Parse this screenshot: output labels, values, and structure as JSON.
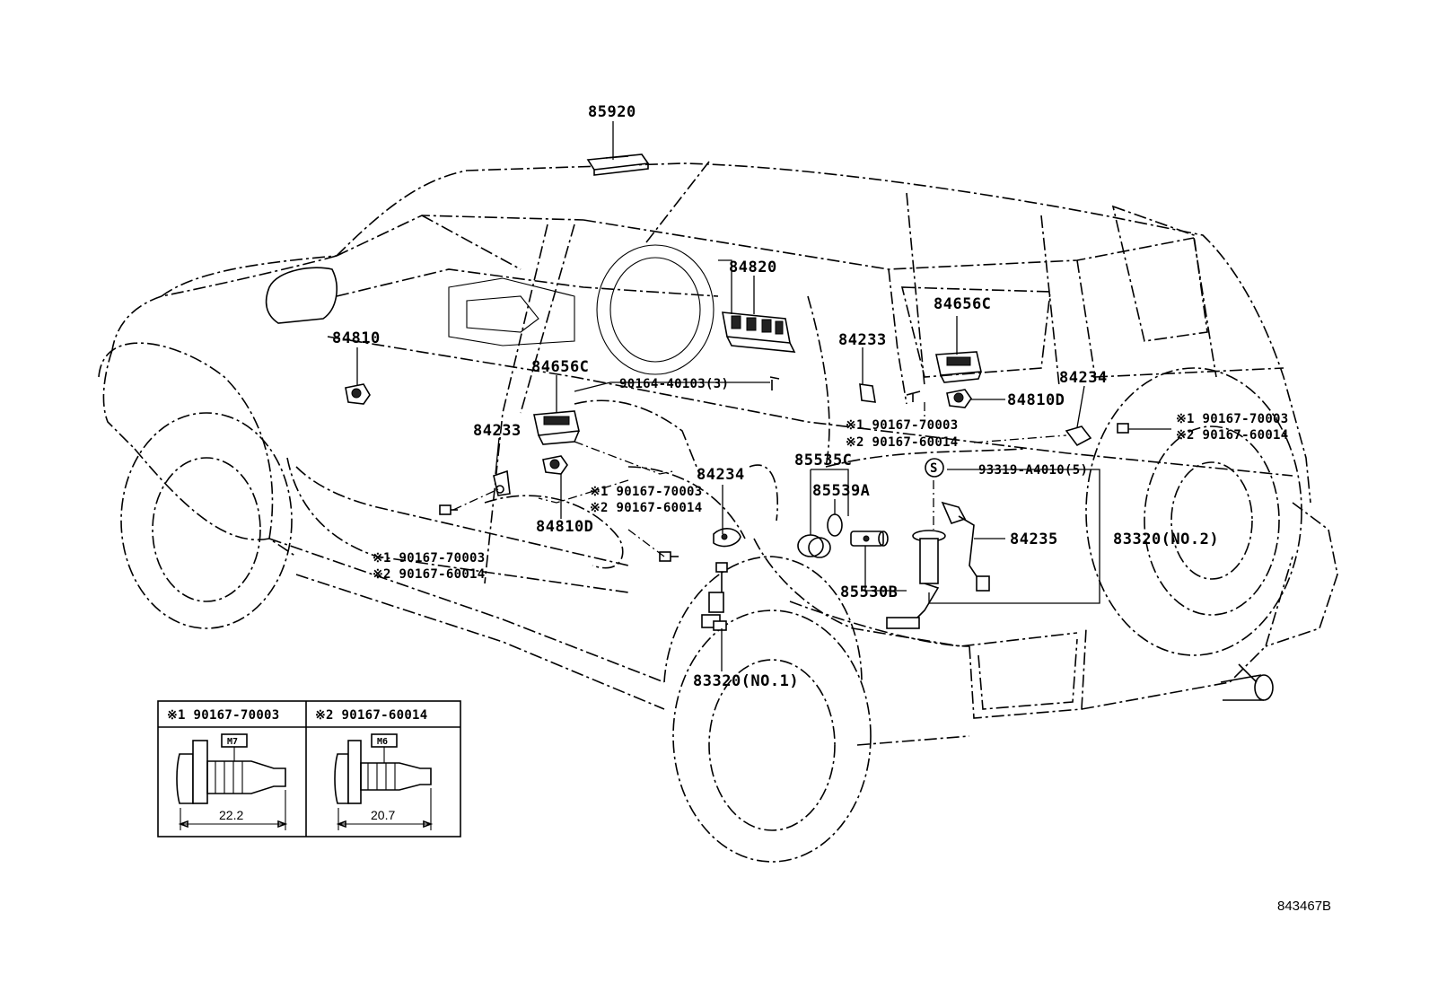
{
  "labels": {
    "p85920": "85920",
    "p84820": "84820",
    "p84656c_left": "84656C",
    "p84656c_right": "84656C",
    "p84810": "84810",
    "p84233_left": "84233",
    "p84233_right": "84233",
    "p84234_right": "84234",
    "p84234_center": "84234",
    "p84810d_left": "84810D",
    "p84810d_right": "84810D",
    "p90164": "90164-40103(3)",
    "p85535c": "85535C",
    "p85539a": "85539A",
    "p85530b": "85530B",
    "p93319": "93319-A4010(5)",
    "s_mark": "S",
    "p84235": "84235",
    "p83320_no2": "83320(NO.2)",
    "p83320_no1": "83320(NO.1)",
    "n1_center_1": "※1 90167-70003",
    "n1_center_2": "※2 90167-60014",
    "n1_left_1": "※1 90167-70003",
    "n1_left_2": "※2 90167-60014",
    "n1_rc_1": "※1 90167-70003",
    "n1_rc_2": "※2 90167-60014",
    "n1_rr_1": "※1 90167-70003",
    "n1_rr_2": "※2 90167-60014"
  },
  "detail_table": {
    "col1_header": "※1 90167-70003",
    "col2_header": "※2 90167-60014",
    "col1_thread": "M7",
    "col2_thread": "M6",
    "col1_length": "22.2",
    "col2_length": "20.7"
  },
  "figure_code": "843467B"
}
